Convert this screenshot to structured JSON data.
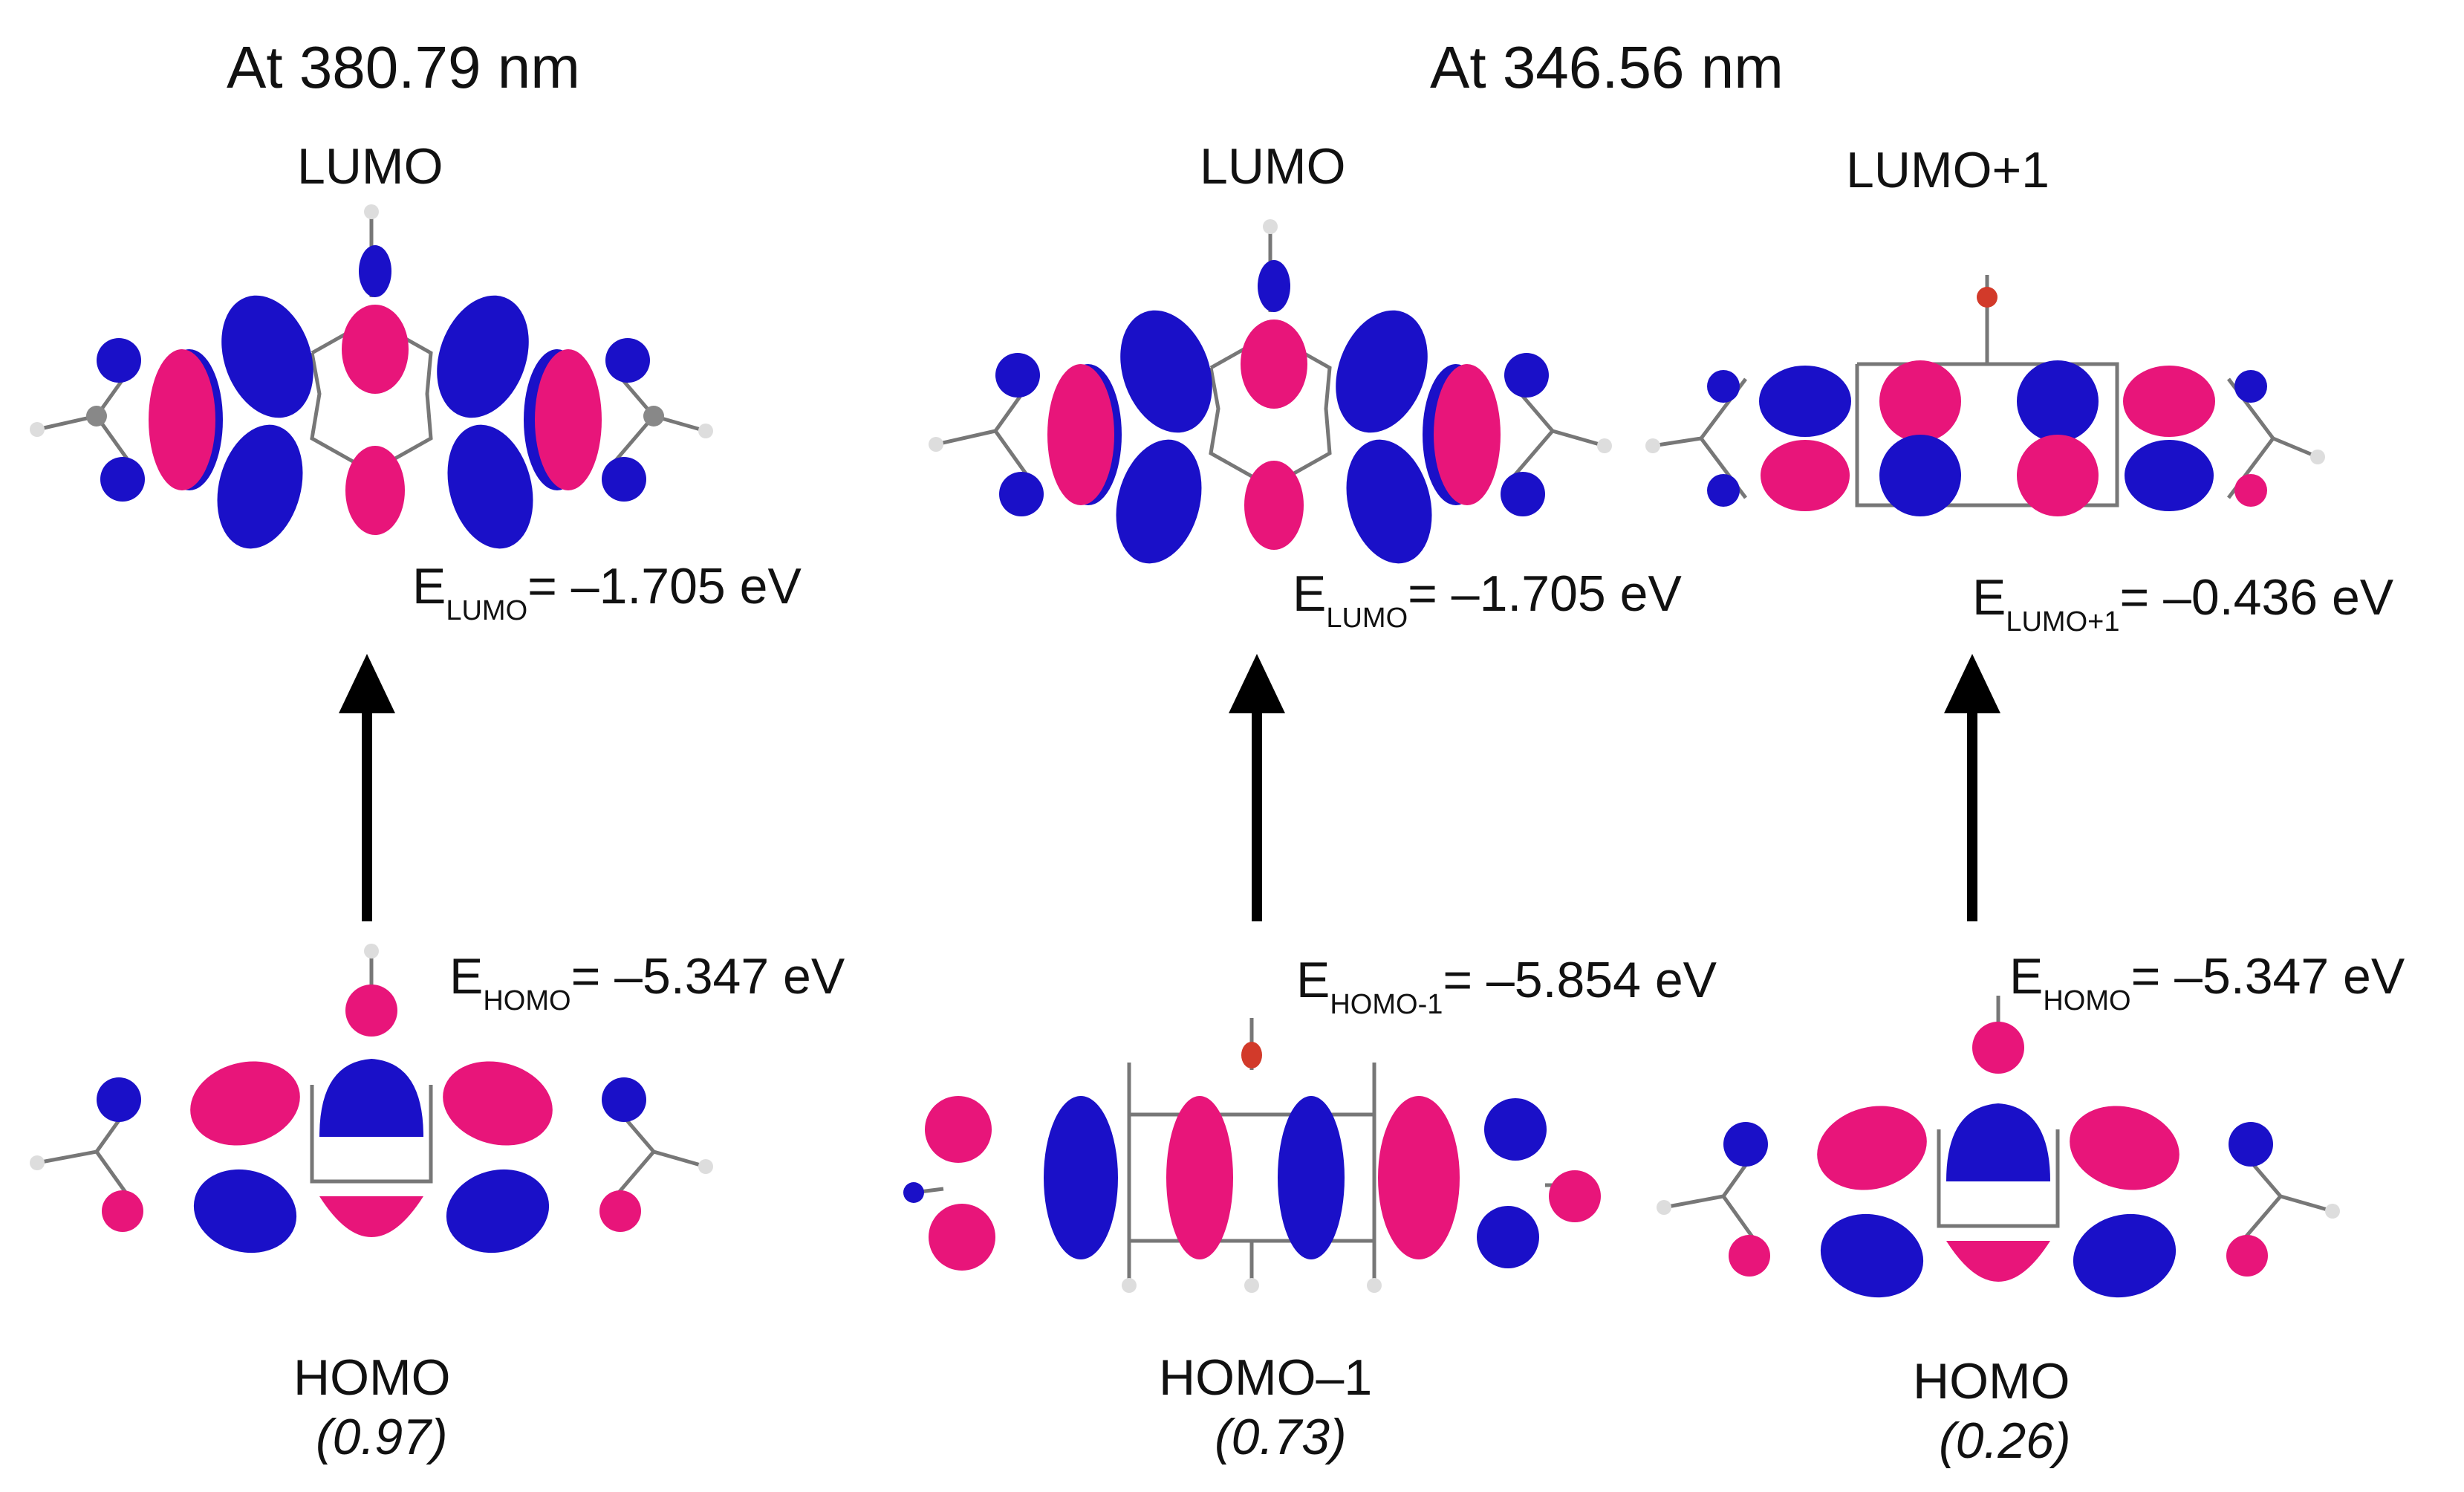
{
  "colors": {
    "lobe_positive": "#e8157a",
    "lobe_negative": "#1a10c8",
    "atom_carbon": "#8a8a8a",
    "atom_hydrogen": "#d8d8d8",
    "atom_oxygen": "#d23a2a",
    "arrow": "#000000"
  },
  "panels": [
    {
      "title": "At 380.79 nm",
      "transitions": [
        {
          "upper": {
            "label": "LUMO",
            "energy_prefix": "E",
            "energy_sub": "LUMO",
            "energy_value": "= –1.705 eV"
          },
          "lower": {
            "label": "HOMO",
            "weight": "(0.97)",
            "energy_prefix": "E",
            "energy_sub": "HOMO",
            "energy_value": "= –5.347 eV"
          }
        }
      ]
    },
    {
      "title": "At 346.56  nm",
      "transitions": [
        {
          "upper": {
            "label": "LUMO",
            "energy_prefix": "E",
            "energy_sub": "LUMO",
            "energy_value": "= –1.705 eV"
          },
          "lower": {
            "label": "HOMO–1",
            "weight": "(0.73)",
            "energy_prefix": "E",
            "energy_sub": "HOMO-1",
            "energy_value": "= –5.854 eV"
          }
        },
        {
          "upper": {
            "label": "LUMO+1",
            "energy_prefix": "E",
            "energy_sub": "LUMO+1",
            "energy_value": "= –0.436 eV"
          },
          "lower": {
            "label": "HOMO",
            "weight": "(0.26)",
            "energy_prefix": "E",
            "energy_sub": "HOMO",
            "energy_value": "= –5.347 eV"
          }
        }
      ]
    }
  ]
}
